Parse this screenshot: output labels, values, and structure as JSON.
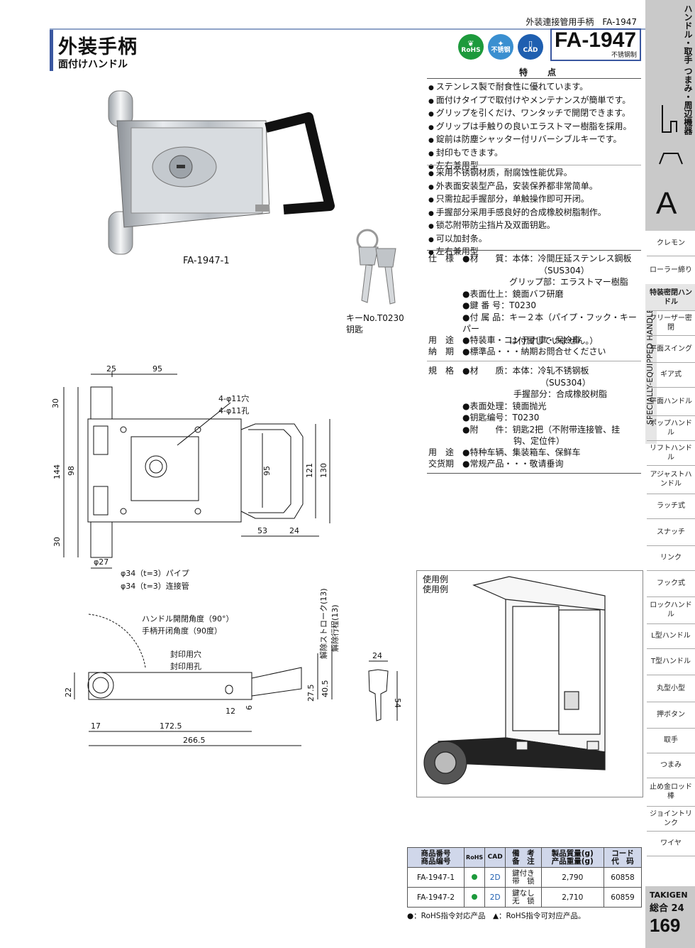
{
  "header": {
    "breadcrumb": "外装連接管用手柄　FA-1947",
    "title": "外装手柄",
    "subtitle": "面付けハンドル",
    "badges": {
      "rohs": "RoHS",
      "stainless": "不锈钢",
      "cad": "CAD"
    },
    "model": "FA-1947",
    "model_sub": "不锈钢制"
  },
  "photo": {
    "caption": "FA-1947-1",
    "key_caption_1": "キーNo.T0230",
    "key_caption_2": "钥匙"
  },
  "features": {
    "title": "特　点",
    "jp": [
      "ステンレス製で耐食性に優れています。",
      "面付けタイプで取付けやメンテナンスが簡単です。",
      "グリップを引くだけ、ワンタッチで開閉できます。",
      "グリップは手触りの良いエラストマー樹脂を採用。",
      "錠前は防塵シャッター付リバーシブルキーです。",
      "封印もできます。",
      "左右兼用型"
    ],
    "cn": [
      "采用不锈钢材质，耐腐蚀性能优异。",
      "外表面安装型产品，安装保养都非常简单。",
      "只需拉起手握部分，单触操作即可开闭。",
      "手握部分采用手感良好的合成橡胶树脂制作。",
      "锁芯附带防尘挡片及双面钥匙。",
      "可以加封条。",
      "左右兼用型"
    ]
  },
  "spec_jp": {
    "label_spec": "仕　様",
    "material_label": "●材　　質：",
    "material_1": "本体：冷間圧延ステンレス鋼板",
    "material_2": "（SUS304）",
    "material_3": "グリップ部：エラストマー樹脂",
    "finish_label": "●表面仕上：",
    "finish": "鏡面バフ研磨",
    "key_label": "●鍵 番 号：",
    "key": "T0230",
    "acc_label": "●付 属 品：",
    "acc_1": "キー２本（パイプ・フック・キーパー",
    "acc_2": "は付属していません。）",
    "label_use": "用　途",
    "use": "●特装車・コンテナ車・保冷車",
    "label_delivery": "納　期",
    "delivery": "●標準品・・・納期お問合せください"
  },
  "spec_cn": {
    "label_spec": "規　格",
    "material_label": "●材　　质：",
    "material_1": "本体：冷轧不锈钢板",
    "material_2": "（SUS304）",
    "material_3": "手握部分：合成橡胶树脂",
    "finish_label": "●表面处理：",
    "finish": "镜面抛光",
    "key_label": "●钥匙编号：",
    "key": "T0230",
    "acc_label": "●附　　件：",
    "acc_1": "钥匙2把（不附带连接管、挂",
    "acc_2": "钩、定位件）",
    "label_use": "用　途",
    "use": "●特种车辆、集装箱车、保鲜车",
    "label_delivery": "交货期",
    "delivery": "●常规产品・・・敬请垂询"
  },
  "drawing_front": {
    "dims": [
      "25",
      "95",
      "30",
      "144",
      "98",
      "95",
      "121",
      "130",
      "30",
      "53",
      "24",
      "φ27"
    ],
    "hole_jp": "4-φ11穴",
    "hole_cn": "4-φ11孔",
    "pipe_jp": "φ34（t=3）パイプ",
    "pipe_cn": "φ34（t=3）连接管"
  },
  "drawing_side": {
    "angle_jp": "ハンドル開閉角度（90°）",
    "angle_cn": "手柄开闭角度（90度）",
    "seal_jp": "封印用穴",
    "seal_cn": "封印用孔",
    "stroke_jp": "解除ストローク(13)",
    "stroke_cn": "解除行程(13)",
    "dims": [
      "22",
      "27.5",
      "40.5",
      "12",
      "6",
      "17",
      "172.5",
      "266.5"
    ]
  },
  "drawing_key": {
    "dims": [
      "24",
      "54"
    ]
  },
  "usage": {
    "title_jp": "使用例",
    "title_cn": "使用例"
  },
  "table": {
    "headers": [
      [
        "商品番号",
        "商品编号"
      ],
      [
        "RoHS"
      ],
      [
        "CAD"
      ],
      [
        "備　考",
        "备　注"
      ],
      [
        "製品質量(g)",
        "产品重量(g)"
      ],
      [
        "コード",
        "代　码"
      ]
    ],
    "rows": [
      {
        "id": "FA-1947-1",
        "cad": "2D",
        "note_1": "鍵付き",
        "note_2": "带　锁",
        "weight": "2,790",
        "code": "60858"
      },
      {
        "id": "FA-1947-2",
        "cad": "2D",
        "note_1": "鍵なし",
        "note_2": "无　锁",
        "weight": "2,710",
        "code": "60859"
      }
    ],
    "legend": "●：RoHS指令対応产品　▲：RoHS指令可対应产品。"
  },
  "sidebar": {
    "top": "ハンドル・取手 つまみ・周辺機器",
    "letter": "A",
    "vertical": "SPECIALLY-EQUIPPED HANDLES",
    "items": [
      "クレモン",
      "ローラー締り",
      "特装密閉ハンドル",
      "フリーザー密閉",
      "平面スイング",
      "ギア式",
      "平面ハンドル",
      "ポップハンドル",
      "リフトハンドル",
      "アジャストハンドル",
      "ラッチ式",
      "スナッチ",
      "リンク",
      "フック式",
      "ロックハンドル",
      "L型ハンドル",
      "T型ハンドル",
      "丸型小型",
      "押ボタン",
      "取手",
      "つまみ",
      "止め金ロッド棒",
      "ジョイントリンク",
      "ワイヤ"
    ],
    "brand": "TAKIGEN",
    "section": "総合 24",
    "page": "169"
  },
  "colors": {
    "accent": "#3a57a0",
    "rohs_green": "#1d9a3c",
    "stainless_blue": "#3a8fd0",
    "sidebar_gray": "#c9c9c9"
  }
}
